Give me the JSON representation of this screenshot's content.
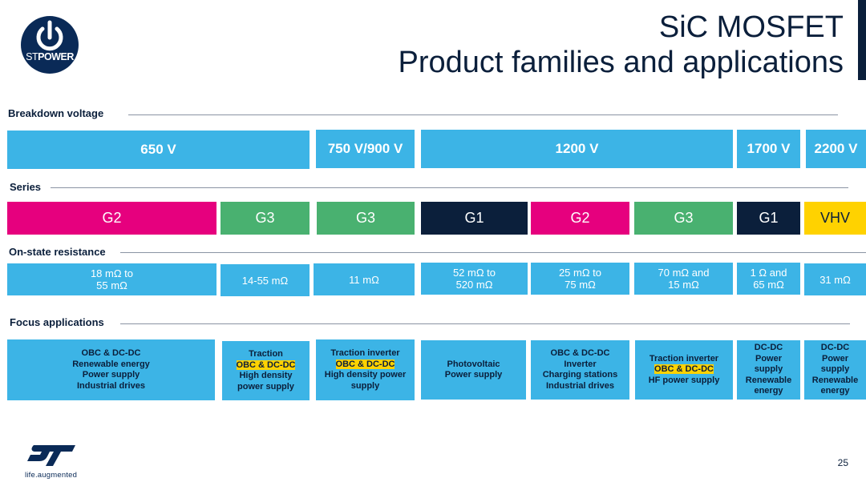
{
  "header": {
    "logo_text_st": "ST",
    "logo_text_power": "POWER",
    "title_line1": "SiC MOSFET",
    "title_line2": "Product families and applications"
  },
  "sections": {
    "breakdown": "Breakdown voltage",
    "series": "Series",
    "resistance": "On-state resistance",
    "applications": "Focus applications"
  },
  "voltages": [
    "650 V",
    "750 V/900 V",
    "1200 V",
    "1700 V",
    "2200 V"
  ],
  "series": [
    {
      "label": "G2",
      "color": "#e6007e"
    },
    {
      "label": "G3",
      "color": "#49b170"
    },
    {
      "label": "G3",
      "color": "#49b170"
    },
    {
      "label": "G1",
      "color": "#0b1f3b"
    },
    {
      "label": "G2",
      "color": "#e6007e"
    },
    {
      "label": "G3",
      "color": "#49b170"
    },
    {
      "label": "G1",
      "color": "#0b1f3b"
    },
    {
      "label": "VHV",
      "color": "#ffd200"
    }
  ],
  "resistance": [
    [
      "18 mΩ to",
      "55 mΩ"
    ],
    [
      "14-55 mΩ"
    ],
    [
      "11 mΩ"
    ],
    [
      "52 mΩ to",
      "520 mΩ"
    ],
    [
      "25 mΩ to",
      "75 mΩ"
    ],
    [
      "70 mΩ and",
      "15 mΩ"
    ],
    [
      "1 Ω and",
      "65 mΩ"
    ],
    [
      "31 mΩ"
    ]
  ],
  "applications": [
    [
      {
        "t": "OBC & DC-DC"
      },
      {
        "t": "Renewable energy"
      },
      {
        "t": "Power supply"
      },
      {
        "t": "Industrial drives"
      }
    ],
    [
      {
        "t": "Traction"
      },
      {
        "t": "OBC & DC-DC",
        "hl": true
      },
      {
        "t": "High density"
      },
      {
        "t": "power supply"
      }
    ],
    [
      {
        "t": "Traction inverter"
      },
      {
        "t": "OBC & DC-DC",
        "hl": true
      },
      {
        "t": "High density power"
      },
      {
        "t": "supply"
      }
    ],
    [
      {
        "t": "Photovoltaic"
      },
      {
        "t": "Power supply"
      }
    ],
    [
      {
        "t": "OBC & DC-DC"
      },
      {
        "t": "Inverter"
      },
      {
        "t": "Charging stations"
      },
      {
        "t": "Industrial drives"
      }
    ],
    [
      {
        "t": "Traction inverter"
      },
      {
        "t": "OBC & DC-DC",
        "hl": true
      },
      {
        "t": "HF power supply"
      }
    ],
    [
      {
        "t": "DC-DC"
      },
      {
        "t": "Power"
      },
      {
        "t": "supply"
      },
      {
        "t": "Renewable"
      },
      {
        "t": "energy"
      }
    ],
    [
      {
        "t": "DC-DC"
      },
      {
        "t": "Power"
      },
      {
        "t": "supply"
      },
      {
        "t": "Renewable"
      },
      {
        "t": "energy"
      }
    ]
  ],
  "footer": {
    "page_number": "25",
    "tagline": "life.augmented"
  }
}
